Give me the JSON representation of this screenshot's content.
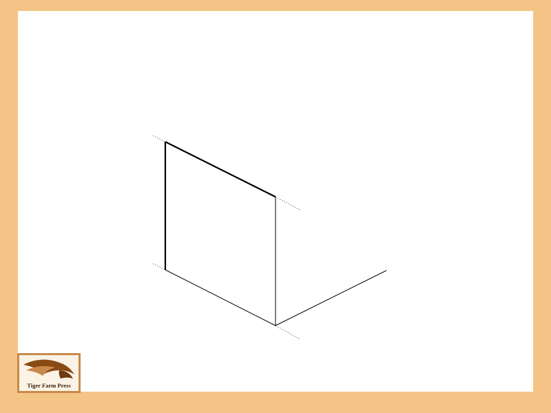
{
  "diagram": {
    "kind": "isometric-construction",
    "line_color": "#000000",
    "guide_style": "dotted"
  },
  "logo": {
    "text": "Tiger Farm Press",
    "mark_color": "#8a4a14",
    "accent_color": "#c8894a"
  },
  "colors": {
    "border": "#f4c486",
    "canvas": "#ffffff"
  }
}
